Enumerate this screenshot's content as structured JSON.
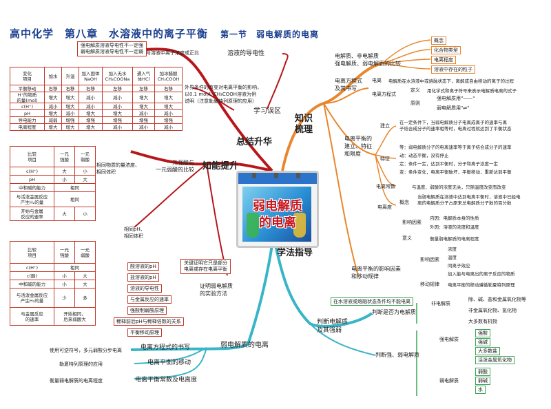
{
  "title": "高中化学　第八章　水溶液中的离子平衡",
  "subtitle": "第一节　弱电解质的电离",
  "center": {
    "line1": "弱电解质",
    "line2": "的电离"
  },
  "main_branches": {
    "summary": "总结升华",
    "knowledge": "知识\n梳理",
    "ability": "知能提升",
    "method": "学法指导"
  },
  "top_left": {
    "note_lines": [
      "强电解质溶液导电性不一定强",
      "弱电解质溶液导电性不一定弱"
    ],
    "conductivity_detail": "与溶液中离子浓度成正比",
    "conductivity": "溶液的导电性",
    "study_error": "学习误区",
    "case_text": [
      "外界条件的改变对电离平衡的影响，",
      "以0.1 mol/L CH₃COOH溶液为例",
      "说明（注意勒夏特列原理的应用）"
    ]
  },
  "table1": {
    "header": [
      "变化\n项目",
      "加水",
      "升温",
      "加入固体\nNaOH",
      "加入无水\nCH₃COONa",
      "通入气\n体HCl",
      "加冰醋酸\nCH₃COOH"
    ],
    "rows": [
      [
        "平衡移动",
        "右移",
        "右移",
        "右移",
        "左移",
        "左移",
        "右移"
      ],
      [
        "H⁺的物质\n的量(mol)",
        "增大",
        "增大",
        "减小",
        "减小",
        "增大",
        "增大"
      ],
      [
        "c(H⁺)",
        "减小",
        "增大",
        "减小",
        "减小",
        "增大",
        "增大"
      ],
      [
        "pH",
        "增大",
        "减小",
        "增大",
        "增大",
        "减小",
        "减小"
      ],
      [
        "导电能力",
        "减弱",
        "增强",
        "增强",
        "增强",
        "增强",
        "增强"
      ],
      [
        "电离程度",
        "增大",
        "增大",
        "增大",
        "减小",
        "减小",
        "减小"
      ]
    ]
  },
  "table2": {
    "header": [
      "比较\n项目",
      "一元\n强酸",
      "一元\n弱酸"
    ],
    "rows": [
      [
        "c(H⁺)",
        "大",
        "小"
      ],
      [
        "pH",
        "小",
        "大"
      ],
      [
        "中和碱的能力",
        "相同",
        ""
      ],
      [
        "与活泼金属反应\n产生H₂的量",
        "相同",
        ""
      ],
      [
        "开始与金属\n反应的速率",
        "大",
        "小"
      ]
    ],
    "label1": "相同物质的量浓度、",
    "label2": "相同体积",
    "compare": "一元强酸与",
    "compare2": "一元弱酸的比较"
  },
  "table3": {
    "label1": "相同pH、",
    "label2": "相同体积",
    "header": [
      "比较\n项目",
      "一元\n强酸",
      "一元\n弱酸"
    ],
    "rows": [
      [
        "c(H⁺)",
        "相同",
        ""
      ],
      [
        "c(酸)",
        "小",
        "大"
      ],
      [
        "中和碱的能力",
        "小",
        "大"
      ],
      [
        "与活泼金属反应\n产生H₂的量",
        "少",
        "多"
      ],
      [
        "与金属反应\n的速率",
        "开始相同，\n后来弱酸大",
        ""
      ]
    ]
  },
  "methods": {
    "items": [
      "酸溶液的pH",
      "盐溶液的pH",
      "溶液的导电性",
      "与金属反应的速率",
      "强酸制弱酸原理",
      "稀释前后pH与稀释倍数的关系",
      "平衡移动原理"
    ],
    "note_lines": [
      "关键证明它只是部分",
      "电离或存在电离平衡"
    ],
    "label1": "证明弱电解质",
    "label2": "的实验方法"
  },
  "knowledge": {
    "b1": [
      "电解质、非电解质",
      "强电解质、弱电解质的比较"
    ],
    "b1_items": [
      "概念",
      "化合物类型",
      "电离程度",
      "溶液中存在的粒子"
    ],
    "b2": [
      "电离方程式",
      "及其书写"
    ],
    "b2_def_label": "电离",
    "b2_def": "电解质在水溶液中或熔融状态下，离解成自由移动的离子的过程",
    "b2_eq": "电离方程式",
    "b2_eq_def_label": "定义",
    "b2_eq_def": "用化学式和离子符号来表示电解质电离的式子",
    "b2_principle": "原则",
    "b2_strong": "强电解质用\"——\"",
    "b2_weak": "弱电解质用\"⇌\"",
    "b3": [
      "电离平衡的",
      "建立、特征",
      "和限度"
    ],
    "b3_build": "建立",
    "b3_build_text": [
      "在一定条件下，当弱电解质分子电离成离子的速率与离",
      "子结合成分子的速率相等时，电离过程就达到了平衡状态"
    ],
    "b3_feature": "特征",
    "b3_features": [
      "等：弱电解质分子的电离速率等于离子结合成分子的速率",
      "动：动态平衡，没有停止",
      "定：条件一定，达到平衡时，分子和离子浓度一定",
      "变：条件变化，电离平衡破坏，平衡移动，重新达到平衡"
    ],
    "b3_const": "电离常数",
    "b3_const_text": "与温度、弱酸的浓度无关，只随温度改变而改变",
    "b3_degree": "电离度",
    "b3_concept": "概念",
    "b3_concept_text": [
      "当弱电解质在溶液中达到电离平衡时，溶液中已经电",
      "离的电解质分子占原来总电解质分子数的百分数"
    ],
    "b3_factors": "影响因素",
    "b3_inner": "内因：电解质本身的性质",
    "b3_outer": "外因：溶液的浓度和温度",
    "b3_meaning": "意义",
    "b3_meaning_text": "衡量弱电解质的电离程度",
    "b4": [
      "电离平衡的影响因素",
      "和移动规律"
    ],
    "b4_factors": "影响因素",
    "b4_factor_items": [
      "浓度",
      "温度",
      "同离子效应",
      "加入能与电离出的离子反应的物质"
    ],
    "b4_rule": "移动规律",
    "b4_rule_text": "电离平衡的移动遵循勒夏特列原理"
  },
  "method": {
    "judge": [
      "判断电解质",
      "及其强弱"
    ],
    "note": "在水溶液或熔融状态条件均不能电离",
    "is_electrolyte": "判断是否为电解质",
    "nonel": "非电解质",
    "nonel_items": [
      "除、碱、盐和金属氧化物等",
      "非金属氧化物、氢化物",
      "大多数有机物"
    ],
    "strong_weak": "判断强、弱电解质",
    "strong": "强电解质",
    "strong_items": [
      "强酸",
      "强碱",
      "大多数盐",
      "活泼金属氧化物"
    ],
    "weak": "弱电解质",
    "weak_items": [
      "弱酸",
      "弱碱",
      "水"
    ]
  },
  "bottom_left": {
    "branch": "弱电解质的电离",
    "b1": "电离方程式的书写",
    "b1_note": "使用可逆符号，多元弱酸分步电离",
    "b2": "电离平衡的移动",
    "b2_note": "勒夏特列原理的应用",
    "b3": "电离平衡常数及电离度",
    "b3_note": "衡量弱电解质的电离程度"
  }
}
